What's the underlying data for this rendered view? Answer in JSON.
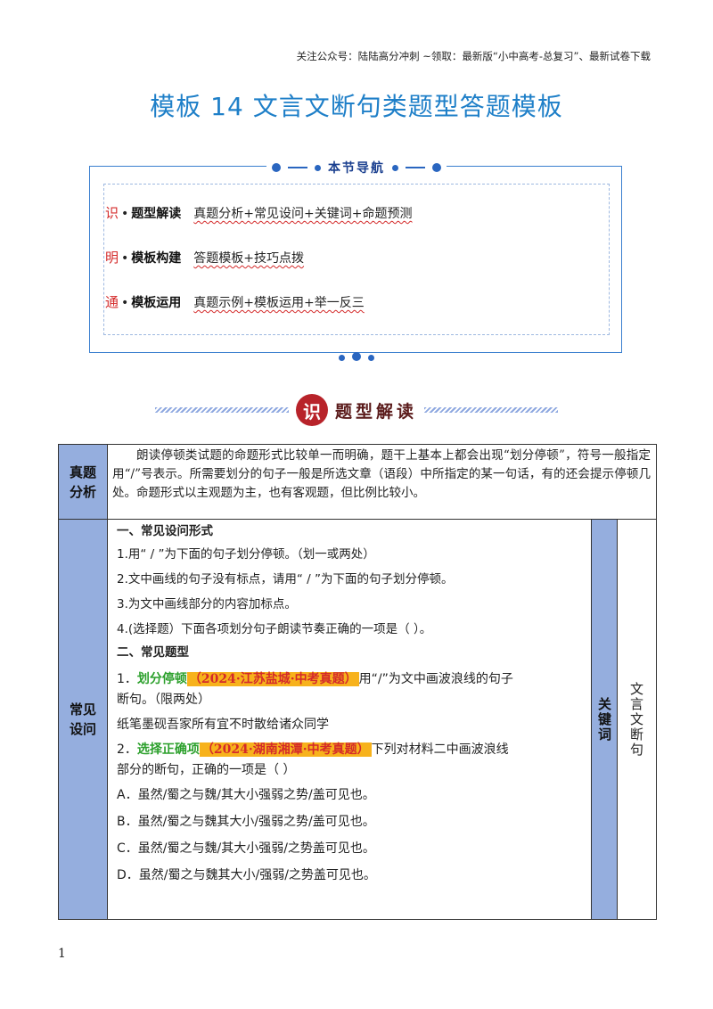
{
  "header_note": "关注公众号：陆陆高分冲刺 ~领取：最新版“小中高考-总复习”、最新试卷下载",
  "title": "模板 14  文言文断句类题型答题模板",
  "nav": {
    "heading": "本节导航",
    "items": [
      {
        "char": "识",
        "name": "题型解读",
        "desc": "真题分析+常见设问+关键词+命题预测"
      },
      {
        "char": "明",
        "name": "模板构建",
        "desc": "答题模板+技巧点拨"
      },
      {
        "char": "通",
        "name": "模板运用",
        "desc": "真题示例+模板运用+举一反三"
      }
    ]
  },
  "section_banner": {
    "seal": "识",
    "text": "题型解读"
  },
  "table": {
    "analysis_label": "真题分析",
    "analysis_text": "朗读停顿类试题的命题形式比较单一而明确，题干上基本上都会出现“划分停顿”，符号一般指定用“/”号表示。所需要划分的句子一般是所选文章（语段）中所指定的某一句话，有的还会提示停顿几处。命题形式以主观题为主，也有客观题，但比例比较小。",
    "ask_label": "常见设问",
    "keyword_label": "关键词",
    "keyword_value": "文言文断句",
    "sec1": "一、常见设问形式",
    "asks": [
      "1.用“ / ”为下面的句子划分停顿。（划一或两处）",
      "2.文中画线的句子没有标点，请用“ / ”为下面的句子划分停顿。",
      "3.为文中画线部分的内容加标点。",
      "4.(选择题）下面各项划分句子朗读节奏正确的一项是（    ）。"
    ],
    "sec2": "二、常见题型",
    "q1": {
      "num": "1．",
      "type": "划分停顿",
      "src": "（2024·江苏盐城·中考真题）",
      "rest1": "用“/”为文中画波浪线的句子",
      "rest2": "断句。（限两处）",
      "sentence": "纸笔墨砚吾家所有宜不时散给诸众同学"
    },
    "q2": {
      "num": "2．",
      "type": "选择正确项",
      "src": "（2024·湖南湘潭·中考真题）",
      "rest1": "下列对材料二中画波浪线",
      "rest2": "部分的断句，正确的一项是（          ）"
    },
    "options": [
      "A．虽然/蜀之与魏/其大小强弱之势/盖可见也。",
      "B．虽然/蜀之与魏其大小/强弱之势/盖可见也。",
      "C．虽然/蜀之与魏/其大小强弱/之势盖可见也。",
      "D．虽然/蜀之与魏其大小/强弱/之势盖可见也。"
    ]
  },
  "page_number": "1"
}
